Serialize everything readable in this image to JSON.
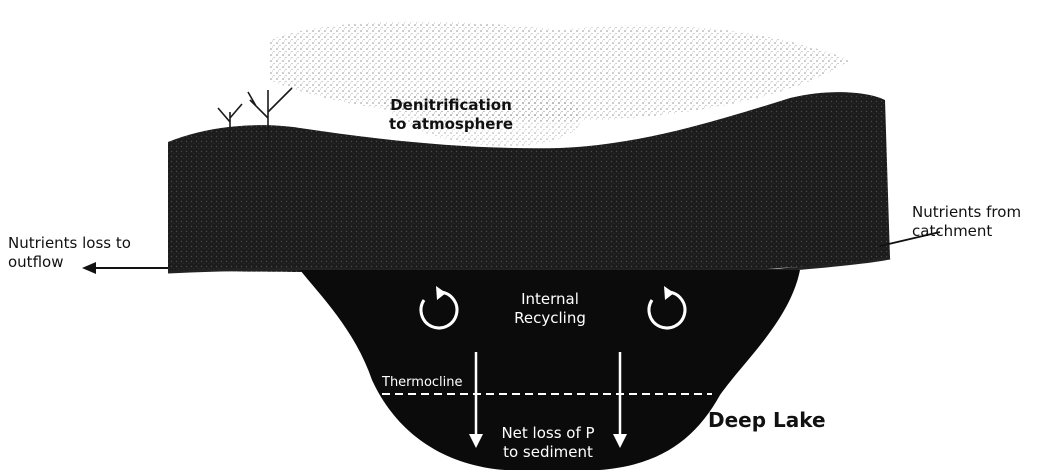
{
  "labels": {
    "denitrification": "Denitrification\nto atmosphere",
    "nutrients_from": "Nutrients from\ncatchment",
    "nutrients_loss": "Nutrients loss to\noutflow",
    "internal_recycling": "Internal\nRecycling",
    "thermocline": "Thermocline",
    "net_loss": "Net loss of P\nto sediment",
    "lake_type": "Deep Lake"
  },
  "colors": {
    "lake": "#0b0b0b",
    "vegetation": "#222222",
    "sky_stipple": "#7a7a7a",
    "text_light": "#ffffff",
    "text_dark": "#111111"
  },
  "icons": {
    "recycling_left": "circular-arrow-icon",
    "recycling_right": "circular-arrow-icon",
    "arrow_left_down": "arrow-down-icon",
    "arrow_right_down": "arrow-down-icon",
    "outflow_arrow": "arrow-left-icon"
  }
}
